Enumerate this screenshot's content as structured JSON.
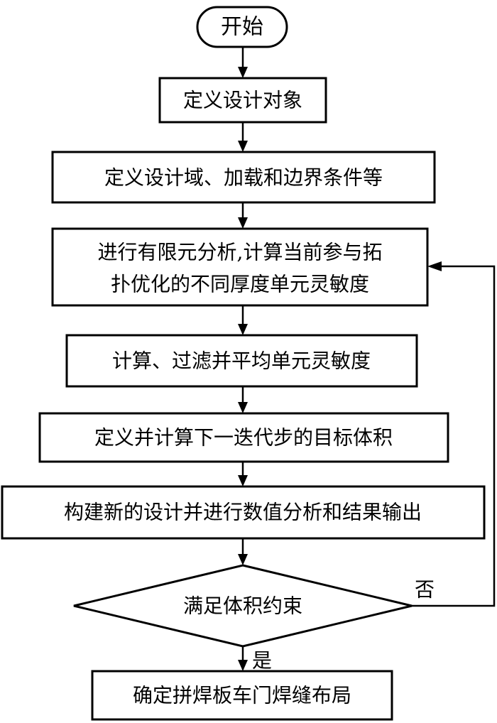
{
  "start": "开始",
  "steps": {
    "define_object": "定义设计对象",
    "define_domain": "定义设计域、加载和边界条件等",
    "fea_line1": "进行有限元分析,计算当前参与拓",
    "fea_line2": "扑优化的不同厚度单元灵敏度",
    "filter_average": "计算、过滤并平均单元灵敏度",
    "target_volume": "定义并计算下一迭代步的目标体积",
    "new_design": "构建新的设计并进行数值分析和结果输出"
  },
  "decision": {
    "question": "满足体积约束",
    "no_label": "否",
    "yes_label": "是"
  },
  "end": "确定拼焊板车门焊缝布局"
}
